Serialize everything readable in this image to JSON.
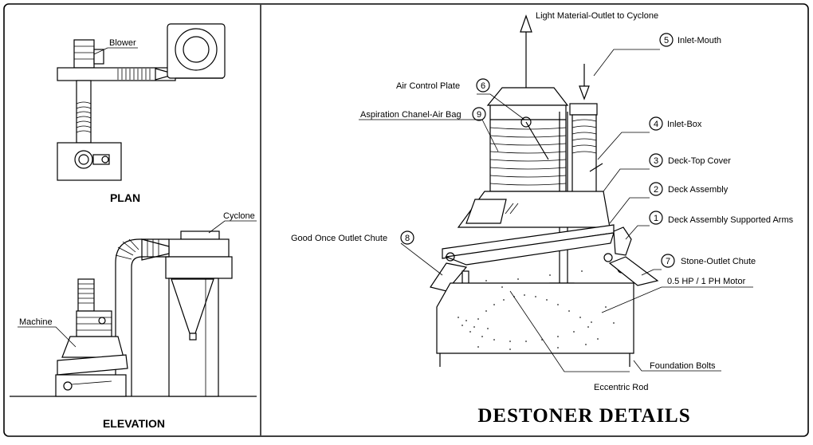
{
  "drawing": {
    "main_title": "DESTONER  DETAILS",
    "plan_title": "PLAN",
    "elevation_title": "ELEVATION"
  },
  "plan": {
    "blower": "Blower"
  },
  "elevation": {
    "cyclone": "Cyclone",
    "machine": "Machine"
  },
  "destoner": {
    "outlet_to_cyclone": "Light Material-Outlet to Cyclone",
    "motor": "0.5 HP / 1 PH Motor",
    "foundation_bolts": "Foundation Bolts",
    "eccentric_rod": "Eccentric Rod",
    "callouts": [
      {
        "num": "1",
        "label": "Deck Assembly Supported Arms"
      },
      {
        "num": "2",
        "label": "Deck Assembly"
      },
      {
        "num": "3",
        "label": "Deck-Top Cover"
      },
      {
        "num": "4",
        "label": "Inlet-Box"
      },
      {
        "num": "5",
        "label": "Inlet-Mouth"
      },
      {
        "num": "6",
        "label": "Air Control Plate"
      },
      {
        "num": "7",
        "label": "Stone-Outlet Chute"
      },
      {
        "num": "8",
        "label": "Good Once Outlet Chute"
      },
      {
        "num": "9",
        "label": "Aspiration Chanel-Air Bag"
      }
    ]
  }
}
